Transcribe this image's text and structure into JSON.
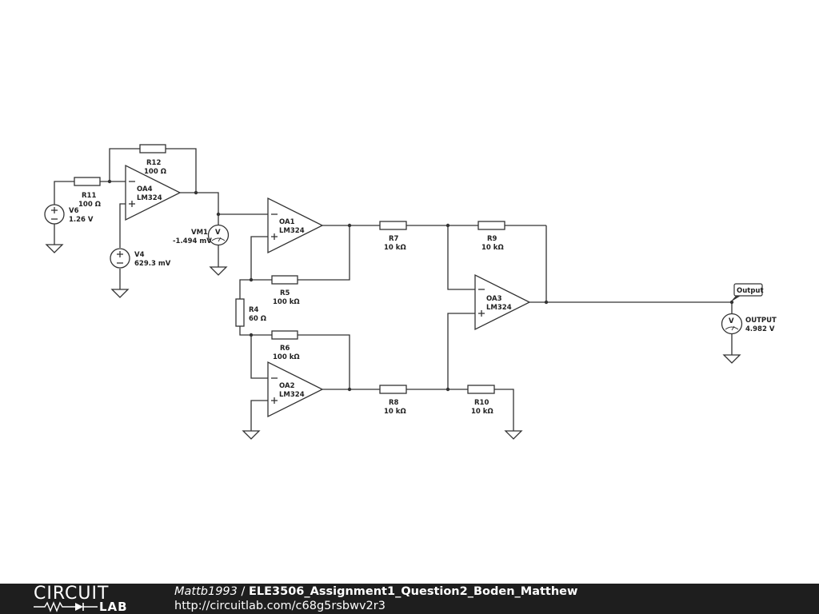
{
  "components": {
    "R12": {
      "name": "R12",
      "value": "100 Ω"
    },
    "R11": {
      "name": "R11",
      "value": "100 Ω"
    },
    "V6": {
      "name": "V6",
      "value": "1.26 V"
    },
    "OA4": {
      "name": "OA4",
      "model": "LM324"
    },
    "V4": {
      "name": "V4",
      "value": "629.3 mV"
    },
    "VM1": {
      "name": "VM1",
      "value": "-1.494 mV"
    },
    "OA1": {
      "name": "OA1",
      "model": "LM324"
    },
    "R7": {
      "name": "R7",
      "value": "10 kΩ"
    },
    "R9": {
      "name": "R9",
      "value": "10 kΩ"
    },
    "R5": {
      "name": "R5",
      "value": "100 kΩ"
    },
    "R4": {
      "name": "R4",
      "value": "60 Ω"
    },
    "R6": {
      "name": "R6",
      "value": "100 kΩ"
    },
    "OA3": {
      "name": "OA3",
      "model": "LM324"
    },
    "OA2": {
      "name": "OA2",
      "model": "LM324"
    },
    "R8": {
      "name": "R8",
      "value": "10 kΩ"
    },
    "R10": {
      "name": "R10",
      "value": "10 kΩ"
    },
    "OUTPUT": {
      "name": "OUTPUT",
      "value": "4.982 V"
    }
  },
  "net_label": "Output",
  "meter_symbol": "V",
  "footer": {
    "logo_top": "CIRCUIT",
    "logo_bottom": "LAB",
    "author": "Mattb1993",
    "separator": " / ",
    "project": "ELE3506_Assignment1_Question2_Boden_Matthew",
    "url": "http://circuitlab.com/c68g5rsbwv2r3"
  }
}
